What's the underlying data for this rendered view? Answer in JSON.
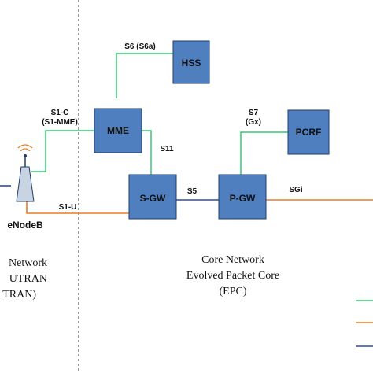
{
  "colors": {
    "control_plane": "#2ecc71",
    "user_plane": "#e67e22",
    "internal": "#2b4ea2",
    "node_fill": "#4f7fbf",
    "node_border": "#1f3d6b",
    "divider": "#555555"
  },
  "nodes": {
    "hss": "HSS",
    "mme": "MME",
    "pcrf": "PCRF",
    "sgw": "S-GW",
    "pgw": "P-GW",
    "enodeb": "eNodeB"
  },
  "interfaces": {
    "s6_label": "S6 (S6a)",
    "s1c_line1": "S1-C",
    "s1c_line2": "(S1-MME)",
    "s7_line1": "S7",
    "s7_line2": "(Gx)",
    "s11": "S11",
    "s5": "S5",
    "s1u": "S1-U",
    "sgi": "SGi"
  },
  "regions": {
    "access_line1": "Network",
    "access_line2": "UTRAN",
    "access_line3": "TRAN)",
    "core_line1": "Core Network",
    "core_line2": "Evolved Packet Core",
    "core_line3": "(EPC)"
  }
}
